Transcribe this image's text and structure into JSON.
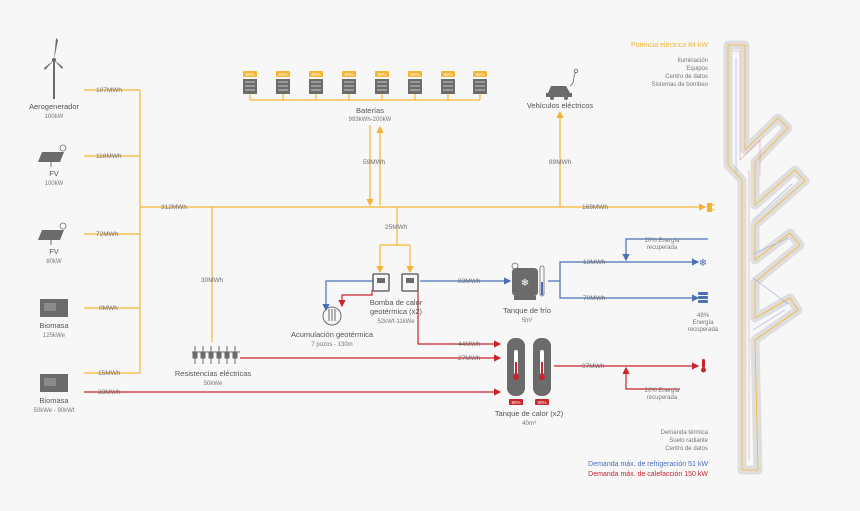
{
  "colors": {
    "supply": "#f5b533",
    "cold": "#4a6fb5",
    "heat": "#c8252c",
    "device": "#6b6b6b",
    "background": "#f7f7f7"
  },
  "sources": {
    "wind": {
      "name": "Aerogenerador",
      "spec": "100kW",
      "flow": "107MWh",
      "icon": "wind-turbine-icon"
    },
    "pv1": {
      "name": "FV",
      "spec": "100kW",
      "flow": "118MWh",
      "icon": "solar-panel-icon"
    },
    "pv2": {
      "name": "FV",
      "spec": "80kW",
      "flow": "72MWh",
      "icon": "solar-panel-icon"
    },
    "biomass1": {
      "name": "Biomasa",
      "spec": "125kWe",
      "flow": "0MWh",
      "icon": "generator-icon"
    },
    "biomass2": {
      "name": "Biomasa",
      "spec": "50kWe - 90kWt",
      "flow_elec": "15MWh",
      "flow_heat": "28MWh",
      "icon": "generator-icon"
    }
  },
  "bus": {
    "total": "312MWh",
    "to_load": "169MWh"
  },
  "batteries": {
    "name": "Baterías",
    "spec": "993kWh-200kW",
    "flow": "59MWh",
    "charge_label": "80%",
    "count": 8
  },
  "ev": {
    "name": "Vehículos eléctricos",
    "flow": "89MWh"
  },
  "heat_pump": {
    "name_line1": "Bomba de calor",
    "name_line2": "geotérmica (x2)",
    "spec": "52kWt-11kWe",
    "flow_in": "25MWh"
  },
  "geo_storage": {
    "name": "Acumulación geotérmica",
    "spec": "7 pozos - 130m"
  },
  "resistances": {
    "name": "Resistencias eléctricas",
    "spec": "50kWe",
    "flow_in": "30MWh",
    "flow_out": "27MWh"
  },
  "cold_tank": {
    "name": "Tanque de frío",
    "spec": "5m³",
    "flow_in": "83MWh",
    "flow_out1": "13MWh",
    "flow_out2": "70MWh"
  },
  "heat_tank": {
    "name": "Tanque de calor (x2)",
    "spec": "40m³",
    "flow_in": "44MWh",
    "flow_out": "97MWh",
    "level_label": "80%"
  },
  "recovered": {
    "cold_top": "20% Energía",
    "cold_top2": "recuperada",
    "cold_pct": "48%",
    "cold_line1": "Energía",
    "cold_line2": "recuperada",
    "heat_top": "20% Energía",
    "heat_top2": "recuperada"
  },
  "electric_demand": {
    "title": "Potencia eléctrica 84 kW",
    "items": [
      "Iluminación",
      "Equipos",
      "Centro de datos",
      "Sistemas de bombeo"
    ]
  },
  "thermal_demand": {
    "items": [
      "Demanda térmica",
      "Suelo radiante",
      "Centro de datos"
    ]
  },
  "max_cooling": "Demanda máx. de refrigeración 51 kW",
  "max_heating": "Demanda máx. de calefacción 150 kW"
}
